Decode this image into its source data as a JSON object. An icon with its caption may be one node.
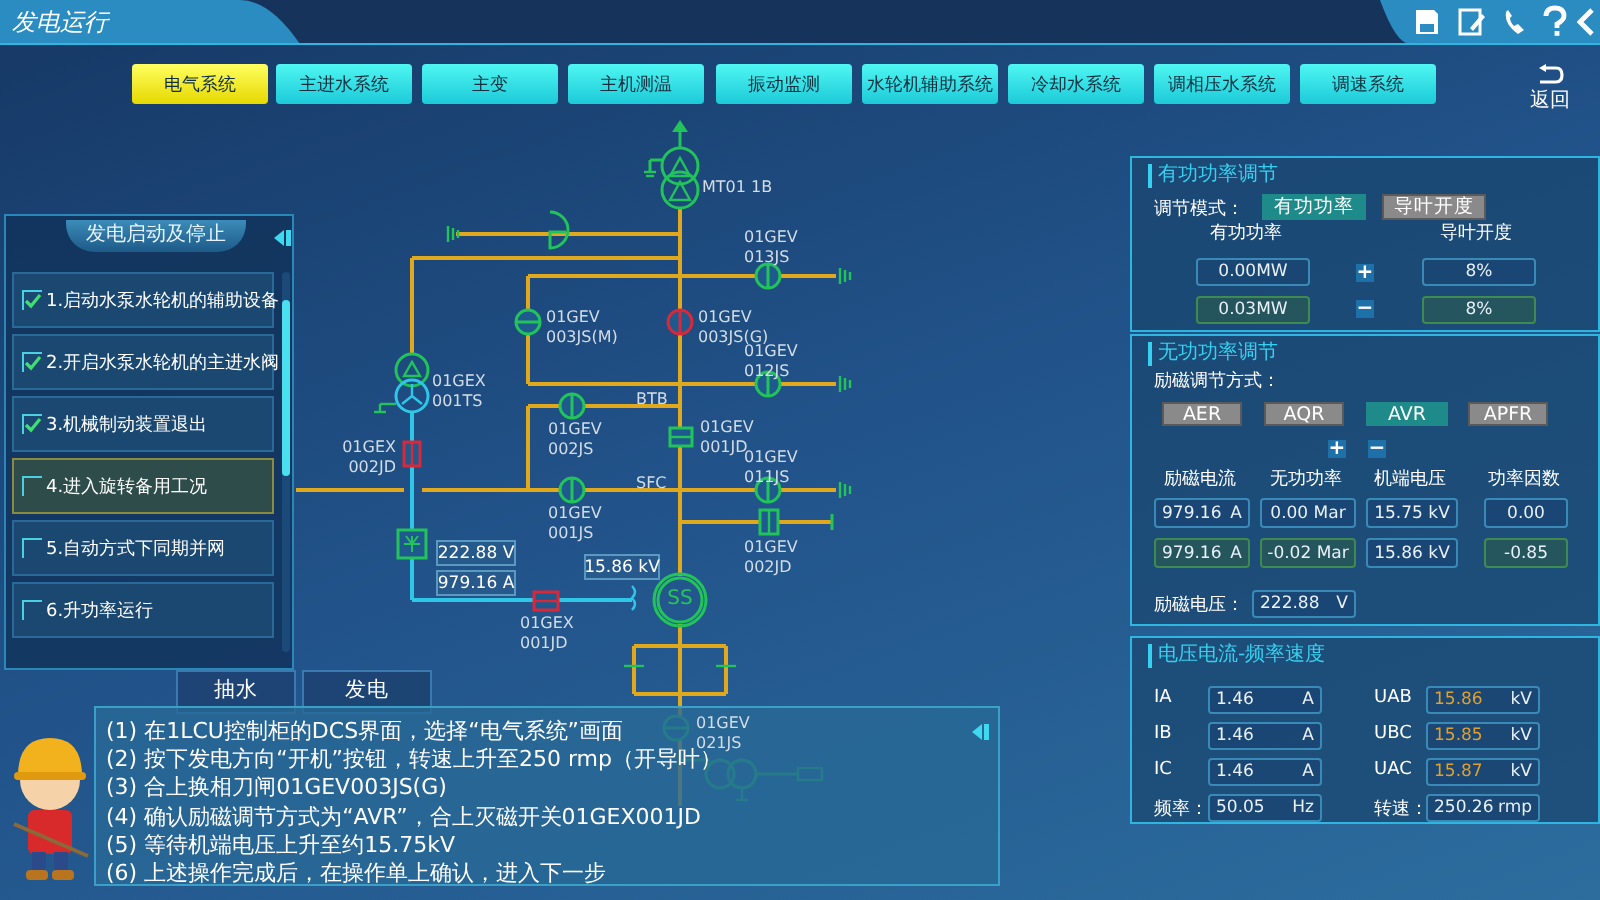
{
  "diagram": {
    "title": "发电运行",
    "nodes": [
      {
        "text": [
          "电气系统"
        ]
      },
      {
        "text": [
          "主进水系统"
        ]
      },
      {
        "text": [
          "主变"
        ]
      },
      {
        "text": [
          "主机测温"
        ]
      },
      {
        "text": [
          "振动监测"
        ]
      },
      {
        "text": [
          "水轮机辅助系统"
        ]
      },
      {
        "text": [
          "冷却水系统"
        ]
      },
      {
        "text": [
          "调相压水系统"
        ]
      },
      {
        "text": [
          "调速系统"
        ]
      },
      {
        "text": [
          "返回"
        ]
      },
      {
        "text": [
          "发电启动及停止"
        ]
      },
      {
        "text": [
          "1.启动水泵水轮机的辅助设备"
        ],
        "in": 10
      },
      {
        "text": [
          "2.开启水泵水轮机的主进水阀"
        ],
        "in": 10
      },
      {
        "text": [
          "3.机械制动装置退出"
        ],
        "in": 10
      },
      {
        "text": [
          "4.进入旋转备用工况"
        ],
        "in": 10
      },
      {
        "text": [
          "5.自动方式下同期并网"
        ],
        "in": 10
      },
      {
        "text": [
          "6.升功率运行"
        ],
        "in": 10
      },
      {
        "text": [
          "抽水"
        ]
      },
      {
        "text": [
          "发电"
        ]
      },
      {
        "text": [
          "(1) 在1LCU控制柜的DCS界面，选择“电气系统”画面",
          "(2) 按下发电方向“开机”按钮，转速上升至250 rmp（开导叶）",
          "(3) 合上换相刀闸01GEV003JS(G)",
          "(4) 确认励磁调节方式为“AVR”，合上灭磁开关01GEX001JD",
          "(5) 等待机端电压上升至约15.75kV",
          "(6) 上述操作完成后，在操作单上确认，进入下一步"
        ]
      },
      {
        "text": [
          "222.88 V"
        ]
      },
      {
        "text": [
          "979.16 A"
        ]
      },
      {
        "text": [
          "15.86 kV"
        ]
      },
      {
        "text": [
          "有功功率调节"
        ]
      },
      {
        "text": [
          "有功功率"
        ],
        "in": 23
      },
      {
        "text": [
          "导叶开度"
        ],
        "in": 23
      },
      {
        "text": [
          "0.00MW"
        ],
        "in": 23
      },
      {
        "text": [
          "8%"
        ],
        "in": 23
      },
      {
        "text": [
          "0.03MW"
        ],
        "in": 23
      },
      {
        "text": [
          "8%"
        ],
        "in": 23
      },
      {
        "text": [
          "+"
        ],
        "in": 23
      },
      {
        "text": [
          "−"
        ],
        "in": 23
      },
      {
        "text": [
          "无功功率调节"
        ]
      },
      {
        "text": [
          "AER"
        ],
        "in": 32
      },
      {
        "text": [
          "AQR"
        ],
        "in": 32
      },
      {
        "text": [
          "AVR"
        ],
        "in": 32
      },
      {
        "text": [
          "APFR"
        ],
        "in": 32
      },
      {
        "text": [
          "+"
        ],
        "in": 32
      },
      {
        "text": [
          "−"
        ],
        "in": 32
      },
      {
        "text": [
          "979.16",
          "A"
        ],
        "in": 32
      },
      {
        "text": [
          "0.00 Mar"
        ],
        "in": 32
      },
      {
        "text": [
          "15.75 kV"
        ],
        "in": 32
      },
      {
        "text": [
          "0.00"
        ],
        "in": 32
      },
      {
        "text": [
          "979.16",
          "A"
        ],
        "in": 32
      },
      {
        "text": [
          "-0.02 Mar"
        ],
        "in": 32
      },
      {
        "text": [
          "15.86 kV"
        ],
        "in": 32
      },
      {
        "text": [
          "-0.85"
        ],
        "in": 32
      },
      {
        "text": [
          "222.88",
          "V"
        ],
        "in": 32
      },
      {
        "text": [
          "电压电流-频率速度"
        ]
      },
      {
        "text": [
          "1.46",
          "A"
        ],
        "in": 48
      },
      {
        "text": [
          "15.86",
          "kV"
        ],
        "in": 48
      },
      {
        "text": [
          "1.46",
          "A"
        ],
        "in": 48
      },
      {
        "text": [
          "15.85",
          "kV"
        ],
        "in": 48
      },
      {
        "text": [
          "1.46",
          "A"
        ],
        "in": 48
      },
      {
        "text": [
          "15.87",
          "kV"
        ],
        "in": 48
      },
      {
        "text": [
          "50.05",
          "Hz"
        ],
        "in": 48
      },
      {
        "text": [
          "250.26",
          "rmp"
        ],
        "in": 48
      }
    ],
    "labels": [
      "调节模式：",
      "有功功率",
      "导叶开度",
      "励磁调节方式：",
      "励磁电流",
      "无功功率",
      "机端电压",
      "功率因数",
      "励磁电压：",
      "IA",
      "UAB",
      "IB",
      "UBC",
      "IC",
      "UAC",
      "频率：",
      "转速：",
      "MT01 1B",
      "01GEV 013JS",
      "01GEV 003JS(M)",
      "01GEV 003JS(G)",
      "01GEV 012JS",
      "01GEX 001TS",
      "BTB",
      "01GEX 002JD",
      "01GEV 002JS",
      "01GEV 001JD",
      "SFC",
      "01GEV 011JS",
      "01GEV 001JS",
      "01GEV 002JD",
      "01GEX 001JD",
      "SS",
      "01GEV 021JS"
    ]
  }
}
